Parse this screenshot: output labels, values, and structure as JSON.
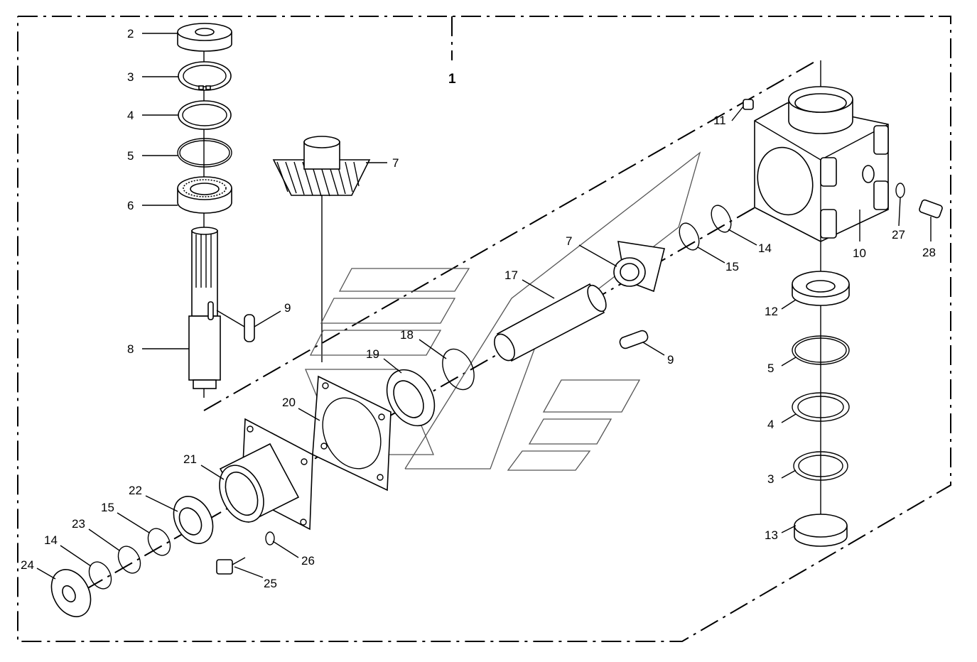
{
  "assembly_number": "1",
  "callouts": [
    {
      "id": "c2",
      "text": "2"
    },
    {
      "id": "c3a",
      "text": "3"
    },
    {
      "id": "c4a",
      "text": "4"
    },
    {
      "id": "c5a",
      "text": "5"
    },
    {
      "id": "c6",
      "text": "6"
    },
    {
      "id": "c7a",
      "text": "7"
    },
    {
      "id": "c8",
      "text": "8"
    },
    {
      "id": "c9a",
      "text": "9"
    },
    {
      "id": "c11",
      "text": "11"
    },
    {
      "id": "c10",
      "text": "10"
    },
    {
      "id": "c27",
      "text": "27"
    },
    {
      "id": "c28",
      "text": "28"
    },
    {
      "id": "c14a",
      "text": "14"
    },
    {
      "id": "c15a",
      "text": "15"
    },
    {
      "id": "c7b",
      "text": "7"
    },
    {
      "id": "c17",
      "text": "17"
    },
    {
      "id": "c9b",
      "text": "9"
    },
    {
      "id": "c18",
      "text": "18"
    },
    {
      "id": "c19",
      "text": "19"
    },
    {
      "id": "c12",
      "text": "12"
    },
    {
      "id": "c5b",
      "text": "5"
    },
    {
      "id": "c4b",
      "text": "4"
    },
    {
      "id": "c3b",
      "text": "3"
    },
    {
      "id": "c13",
      "text": "13"
    },
    {
      "id": "c20",
      "text": "20"
    },
    {
      "id": "c21",
      "text": "21"
    },
    {
      "id": "c22",
      "text": "22"
    },
    {
      "id": "c15b",
      "text": "15"
    },
    {
      "id": "c23",
      "text": "23"
    },
    {
      "id": "c14b",
      "text": "14"
    },
    {
      "id": "c24",
      "text": "24"
    },
    {
      "id": "c25",
      "text": "25"
    },
    {
      "id": "c26",
      "text": "26"
    }
  ]
}
